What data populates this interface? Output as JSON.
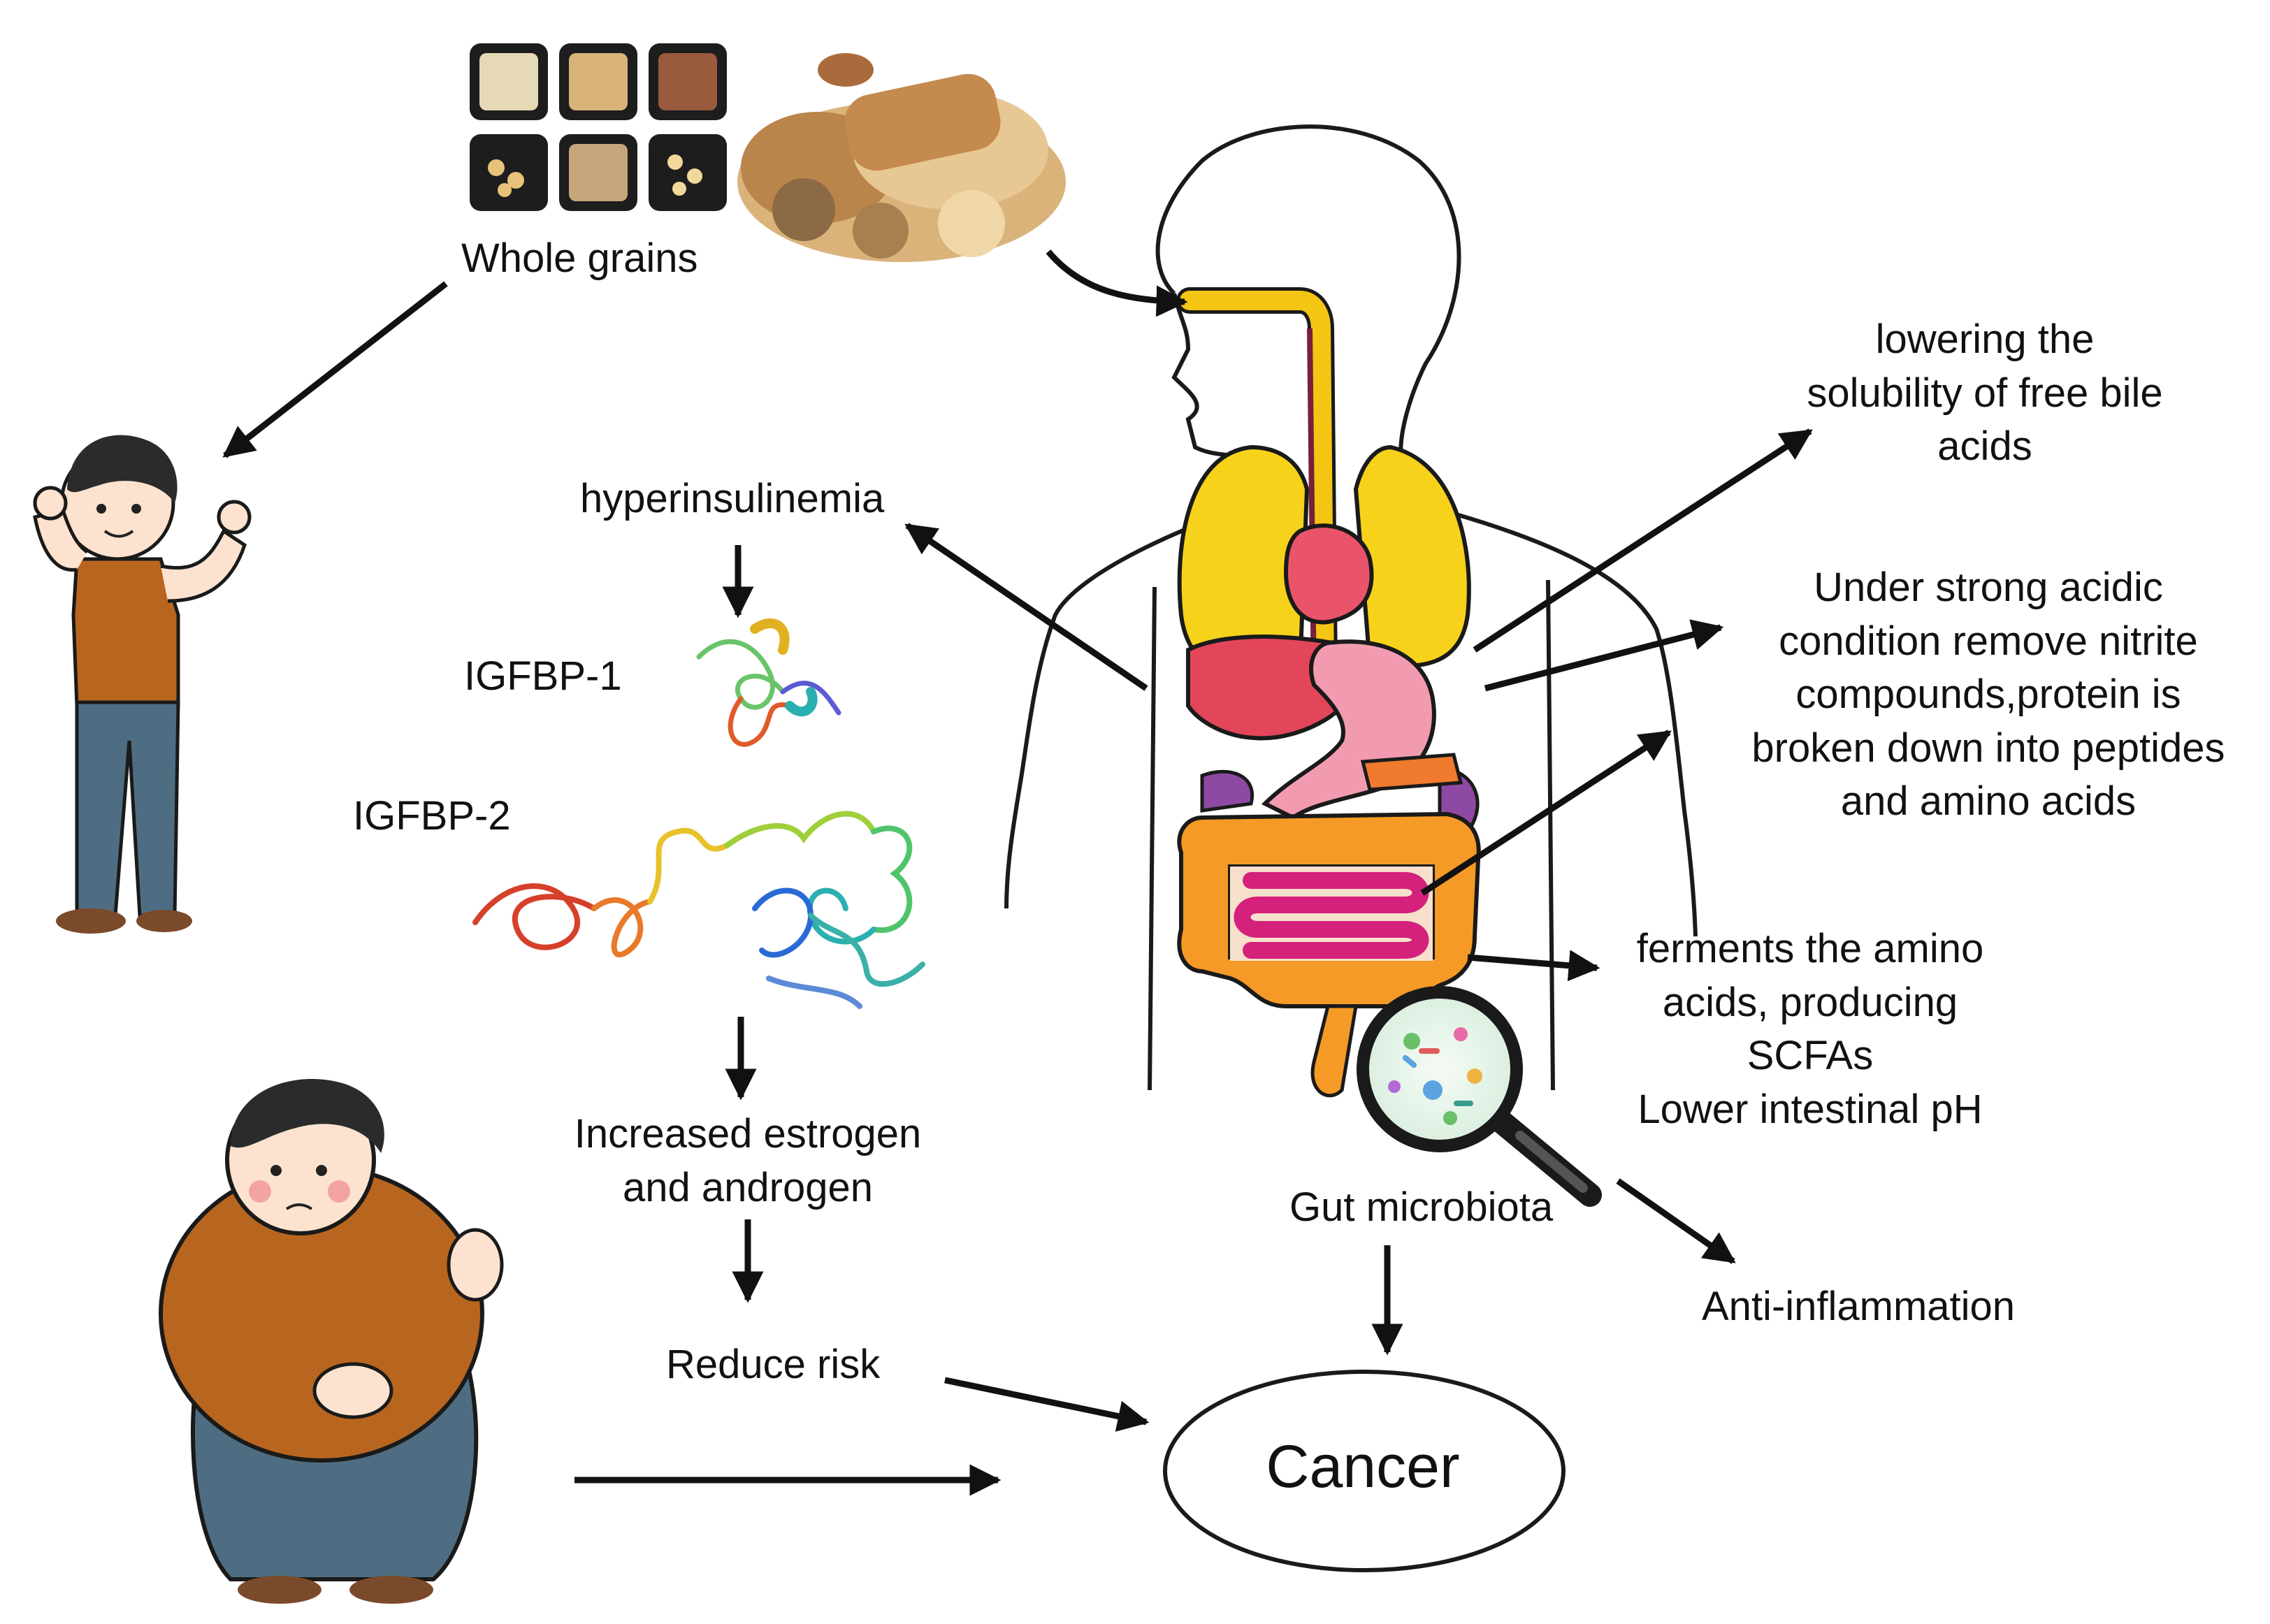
{
  "labels": {
    "whole_grains": "Whole grains",
    "hyperinsulinemia": "hyperinsulinemia",
    "igfbp1": "IGFBP-1",
    "igfbp2": "IGFBP-2",
    "hormones": "Increased estrogen\nand androgen",
    "reduce_risk": "Reduce risk",
    "gut_microbiota": "Gut microbiota",
    "cancer": "Cancer",
    "bile_acids": "lowering the\nsolubility of free bile\nacids",
    "acidic": "Under strong acidic\ncondition remove nitrite\ncompounds,protein is\nbroken down into peptides\nand amino acids",
    "ferments": "ferments the amino\nacids, producing\nSCFAs\nLower intestinal pH",
    "anti_inflammation": "Anti-inflammation"
  },
  "colors": {
    "arrow": "#111111",
    "lungs": "#f7d21b",
    "heart": "#e9546b",
    "liver": "#e3465a",
    "stomach": "#f29bb0",
    "colon": "#f59a26",
    "small_intestine": "#d4217c",
    "skin": "#fde3cf",
    "shirt": "#b8661f",
    "pants": "#4f6d82"
  }
}
